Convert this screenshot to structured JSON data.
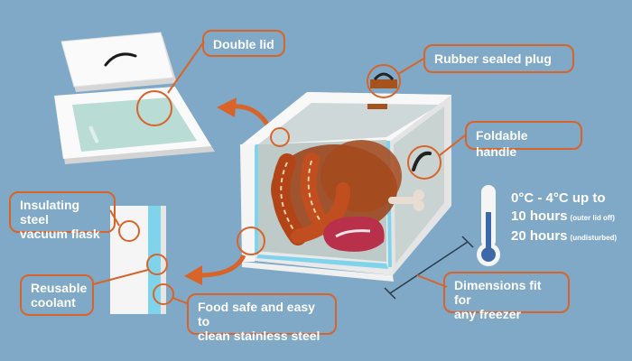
{
  "labels": {
    "double_lid": "Double lid",
    "rubber_plug": "Rubber sealed plug",
    "foldable_handle": "Foldable handle",
    "insulating_flask_line1": "Insulating steel",
    "insulating_flask_line2": "vacuum flask",
    "reusable_coolant_line1": "Reusable",
    "reusable_coolant_line2": "coolant",
    "food_safe_line1": "Food safe and easy to",
    "food_safe_line2": "clean stainless steel",
    "dimensions_line1": "Dimensions fit for",
    "dimensions_line2": "any freezer"
  },
  "temperature": {
    "line1": "0°C - 4°C up to",
    "line2_main": "10 hours",
    "line2_note": "(outer lid off)",
    "line3_main": "20 hours",
    "line3_note": "(undisturbed)"
  },
  "colors": {
    "background": "#7fa9c7",
    "accent": "#d9642a",
    "box_white": "#f2f2f2",
    "glass": "#a9d8d3",
    "coolant": "#7fd3ea"
  },
  "icons": [
    "thermometer-icon",
    "handle-icon",
    "plug-icon",
    "arrow-icon"
  ]
}
